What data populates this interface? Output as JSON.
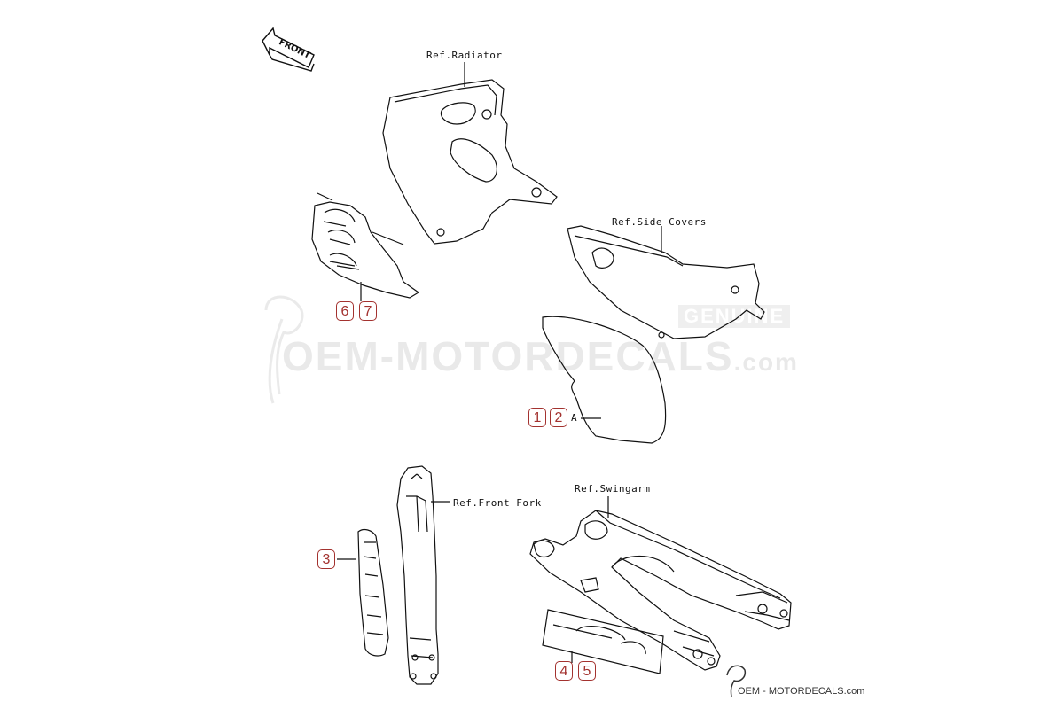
{
  "orientation": {
    "front": "FRONT"
  },
  "references": {
    "radiator": "Ref.Radiator",
    "side_covers": "Ref.Side Covers",
    "front_fork": "Ref.Front Fork",
    "swingarm": "Ref.Swingarm"
  },
  "callouts": {
    "c1": "1",
    "c2": "2",
    "c3": "3",
    "c4": "4",
    "c5": "5",
    "c6": "6",
    "c7": "7"
  },
  "point_marker": "A",
  "watermark": {
    "main": "OEM-MOTORDECALS",
    "suffix": ".com",
    "badge": "GENUINE",
    "footer": "OEM - MOTORDECALS.com"
  },
  "colors": {
    "callout": "#a3322f",
    "line": "#111111",
    "watermark": "#e9e9e9"
  }
}
